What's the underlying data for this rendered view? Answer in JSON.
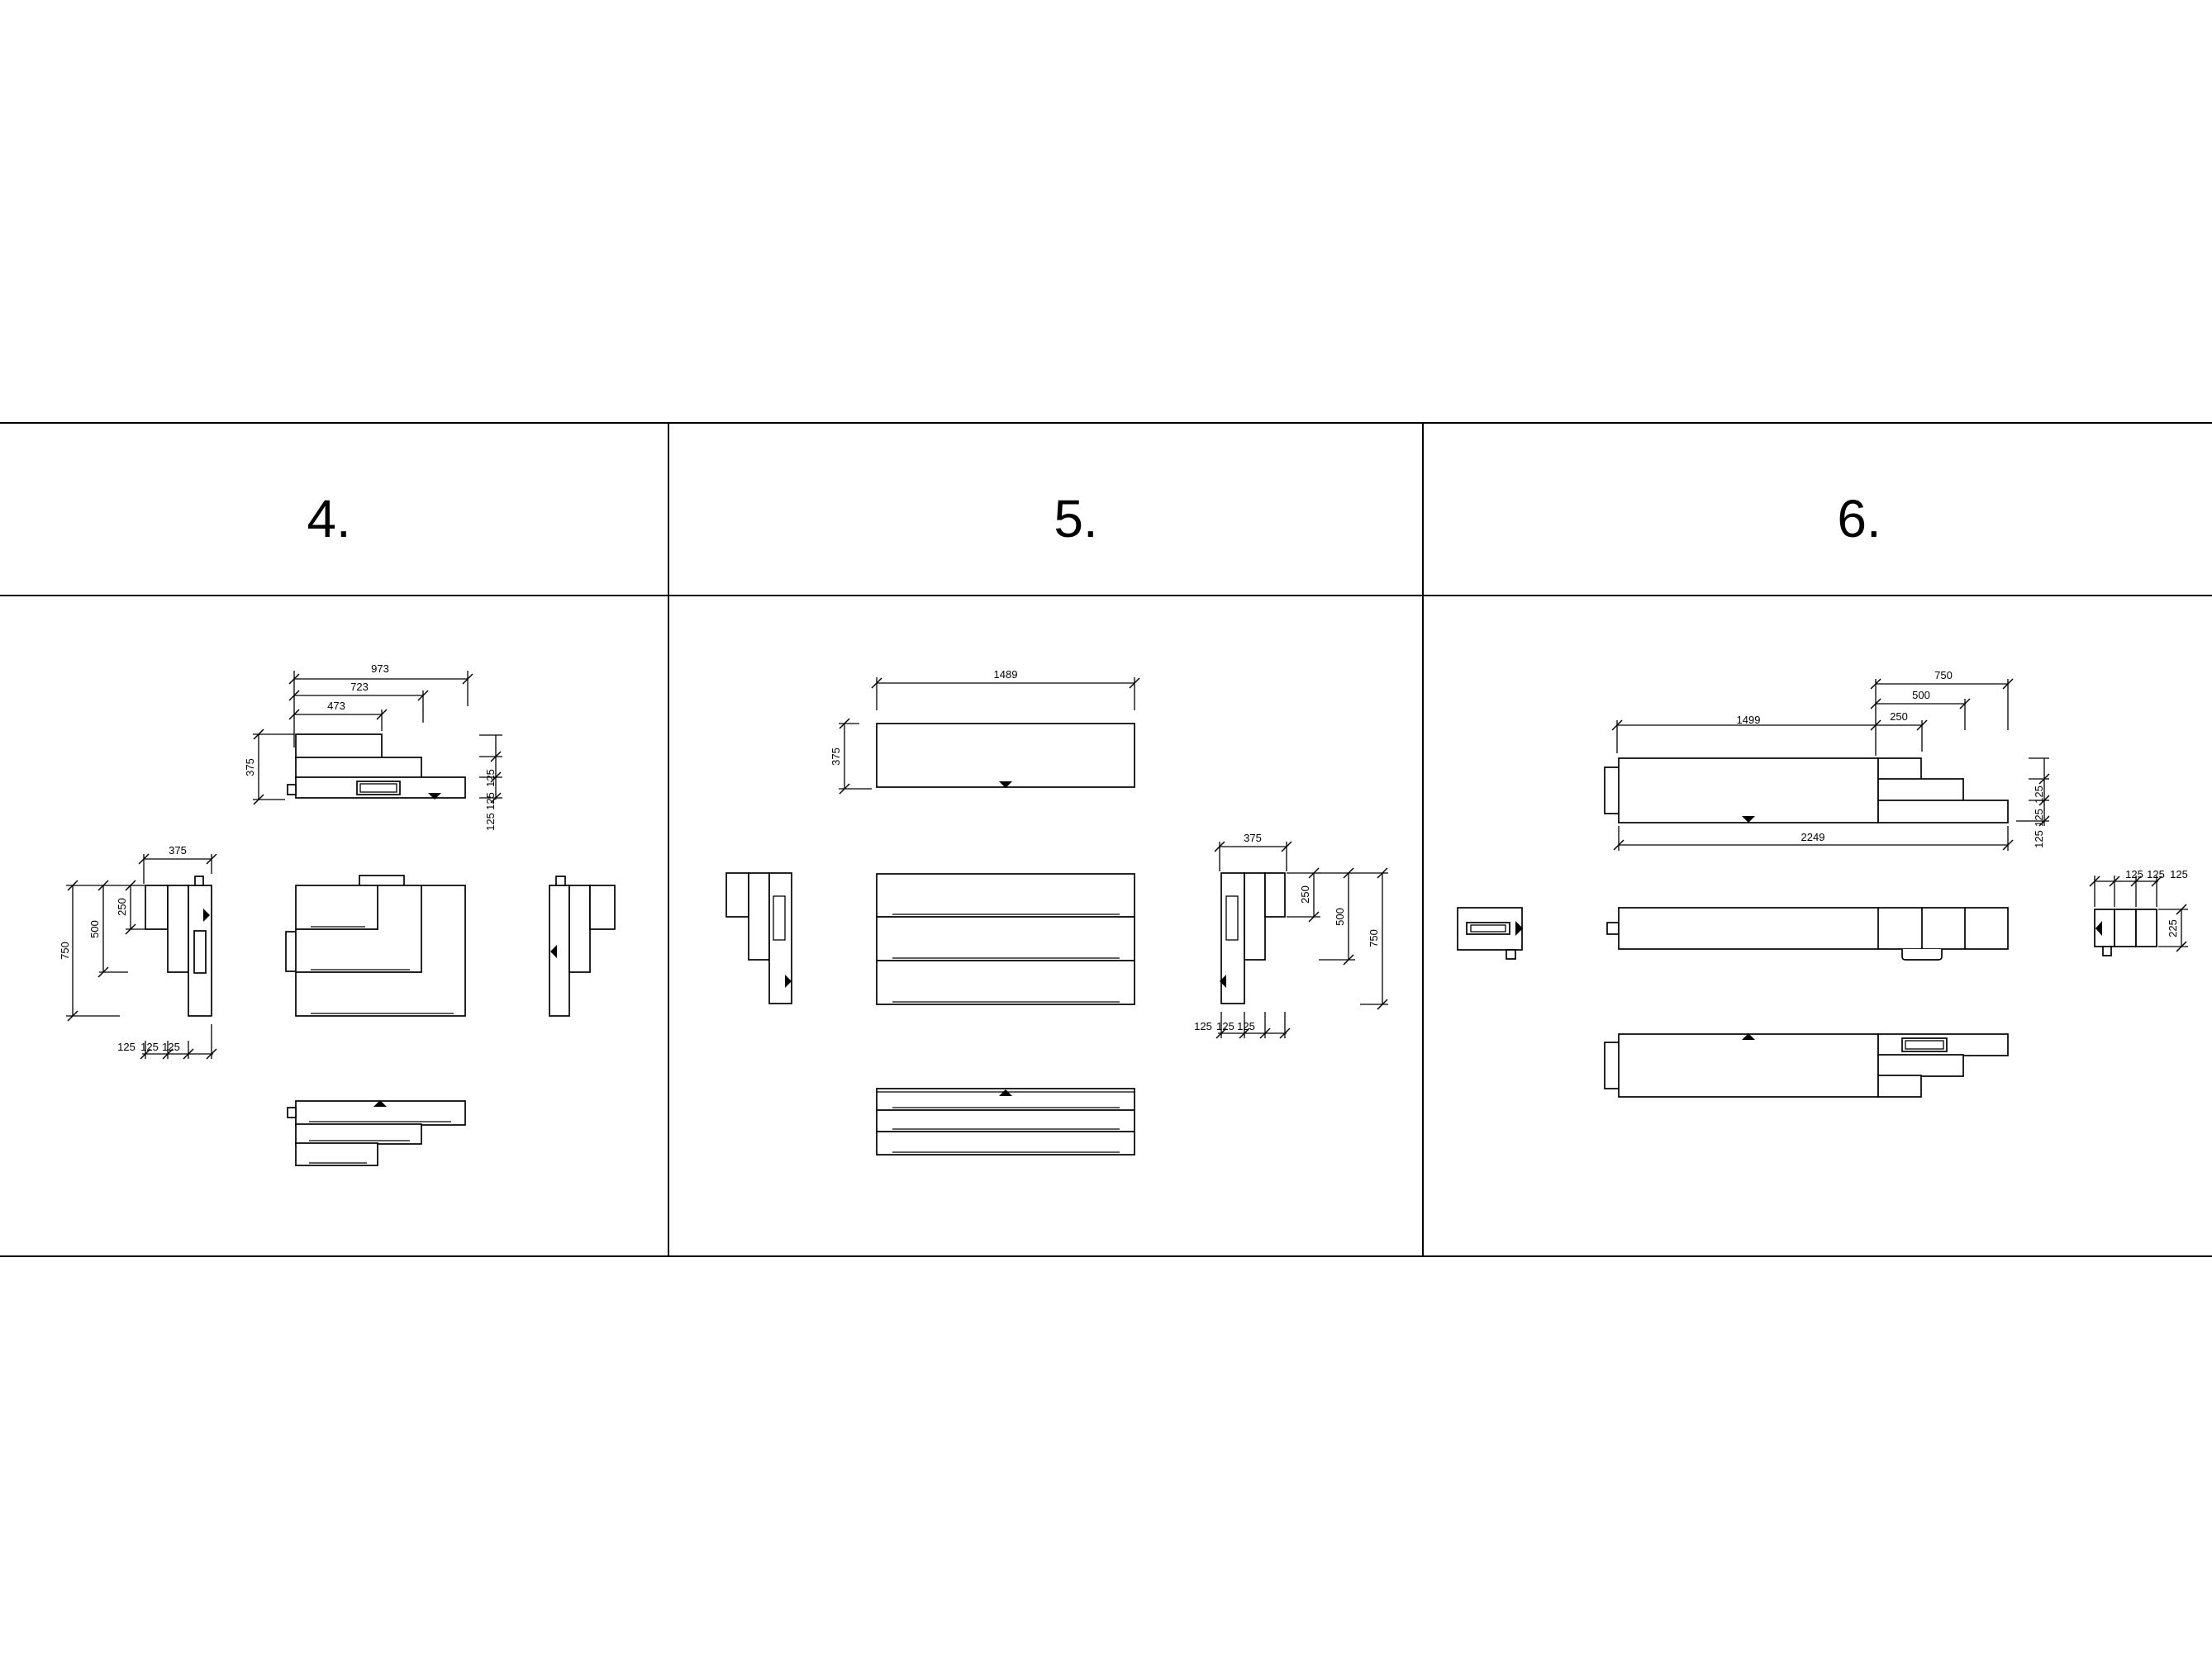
{
  "headers": [
    "4.",
    "5.",
    "6."
  ],
  "dims": {
    "p4": {
      "top_w1": "973",
      "top_w2": "723",
      "top_w3": "473",
      "top_h": "375",
      "top_r1": "125",
      "top_r2": "125",
      "top_r3": "125",
      "left_w": "375",
      "left_h1": "750",
      "left_h2": "500",
      "left_h3": "250",
      "left_b1": "125",
      "left_b2": "125",
      "left_b3": "125"
    },
    "p5": {
      "top_w": "1489",
      "top_h": "375",
      "right_w": "375",
      "right_h1": "250",
      "right_h2": "500",
      "right_h3": "750",
      "right_b1": "125",
      "right_b2": "125",
      "right_b3": "125"
    },
    "p6": {
      "top_w1": "750",
      "top_w2": "500",
      "top_w3": "250",
      "top_main": "1499",
      "bottom_total": "2249",
      "r1": "125",
      "r2": "125",
      "r3": "125",
      "right_t1": "125",
      "right_t2": "125",
      "right_t3": "125",
      "right_h": "225"
    }
  }
}
